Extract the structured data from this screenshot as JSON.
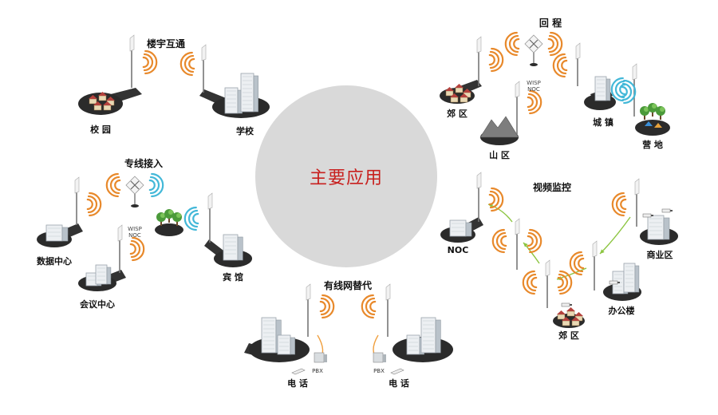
{
  "center": {
    "title": "主要应用"
  },
  "sections": {
    "building": {
      "title": "楼宇互通",
      "nodes": [
        "校 园",
        "学校"
      ]
    },
    "backhaul": {
      "title": "回 程",
      "nodes": [
        "郊 区",
        "山 区",
        "城 镇",
        "营 地"
      ],
      "hub": "WISP\nNOC"
    },
    "dedicated": {
      "title": "专线接入",
      "nodes": [
        "数据中心",
        "会议中心",
        "宾 馆"
      ],
      "hub": "WISP\nNOC"
    },
    "surveillance": {
      "title": "视频监控",
      "nodes": [
        "NOC",
        "商业区",
        "办公楼",
        "郊 区"
      ]
    },
    "wired": {
      "title": "有线网替代",
      "nodes": [
        "电 话",
        "电 话"
      ],
      "pbx": "PBX"
    }
  }
}
